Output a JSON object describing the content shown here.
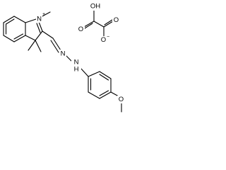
{
  "molecule": {
    "atoms": {
      "n_indolium": "N",
      "n_plus_charge": "+",
      "hydrazone_n1": "N",
      "hydrazone_n2": "N",
      "hydrazone_h": "H",
      "methoxy_o": "O",
      "oxalate_oh": "OH",
      "oxalate_o_carbonyl_1": "O",
      "oxalate_o_carbonyl_2": "O",
      "oxalate_o_minus": "O",
      "o_minus_charge": "−"
    }
  }
}
